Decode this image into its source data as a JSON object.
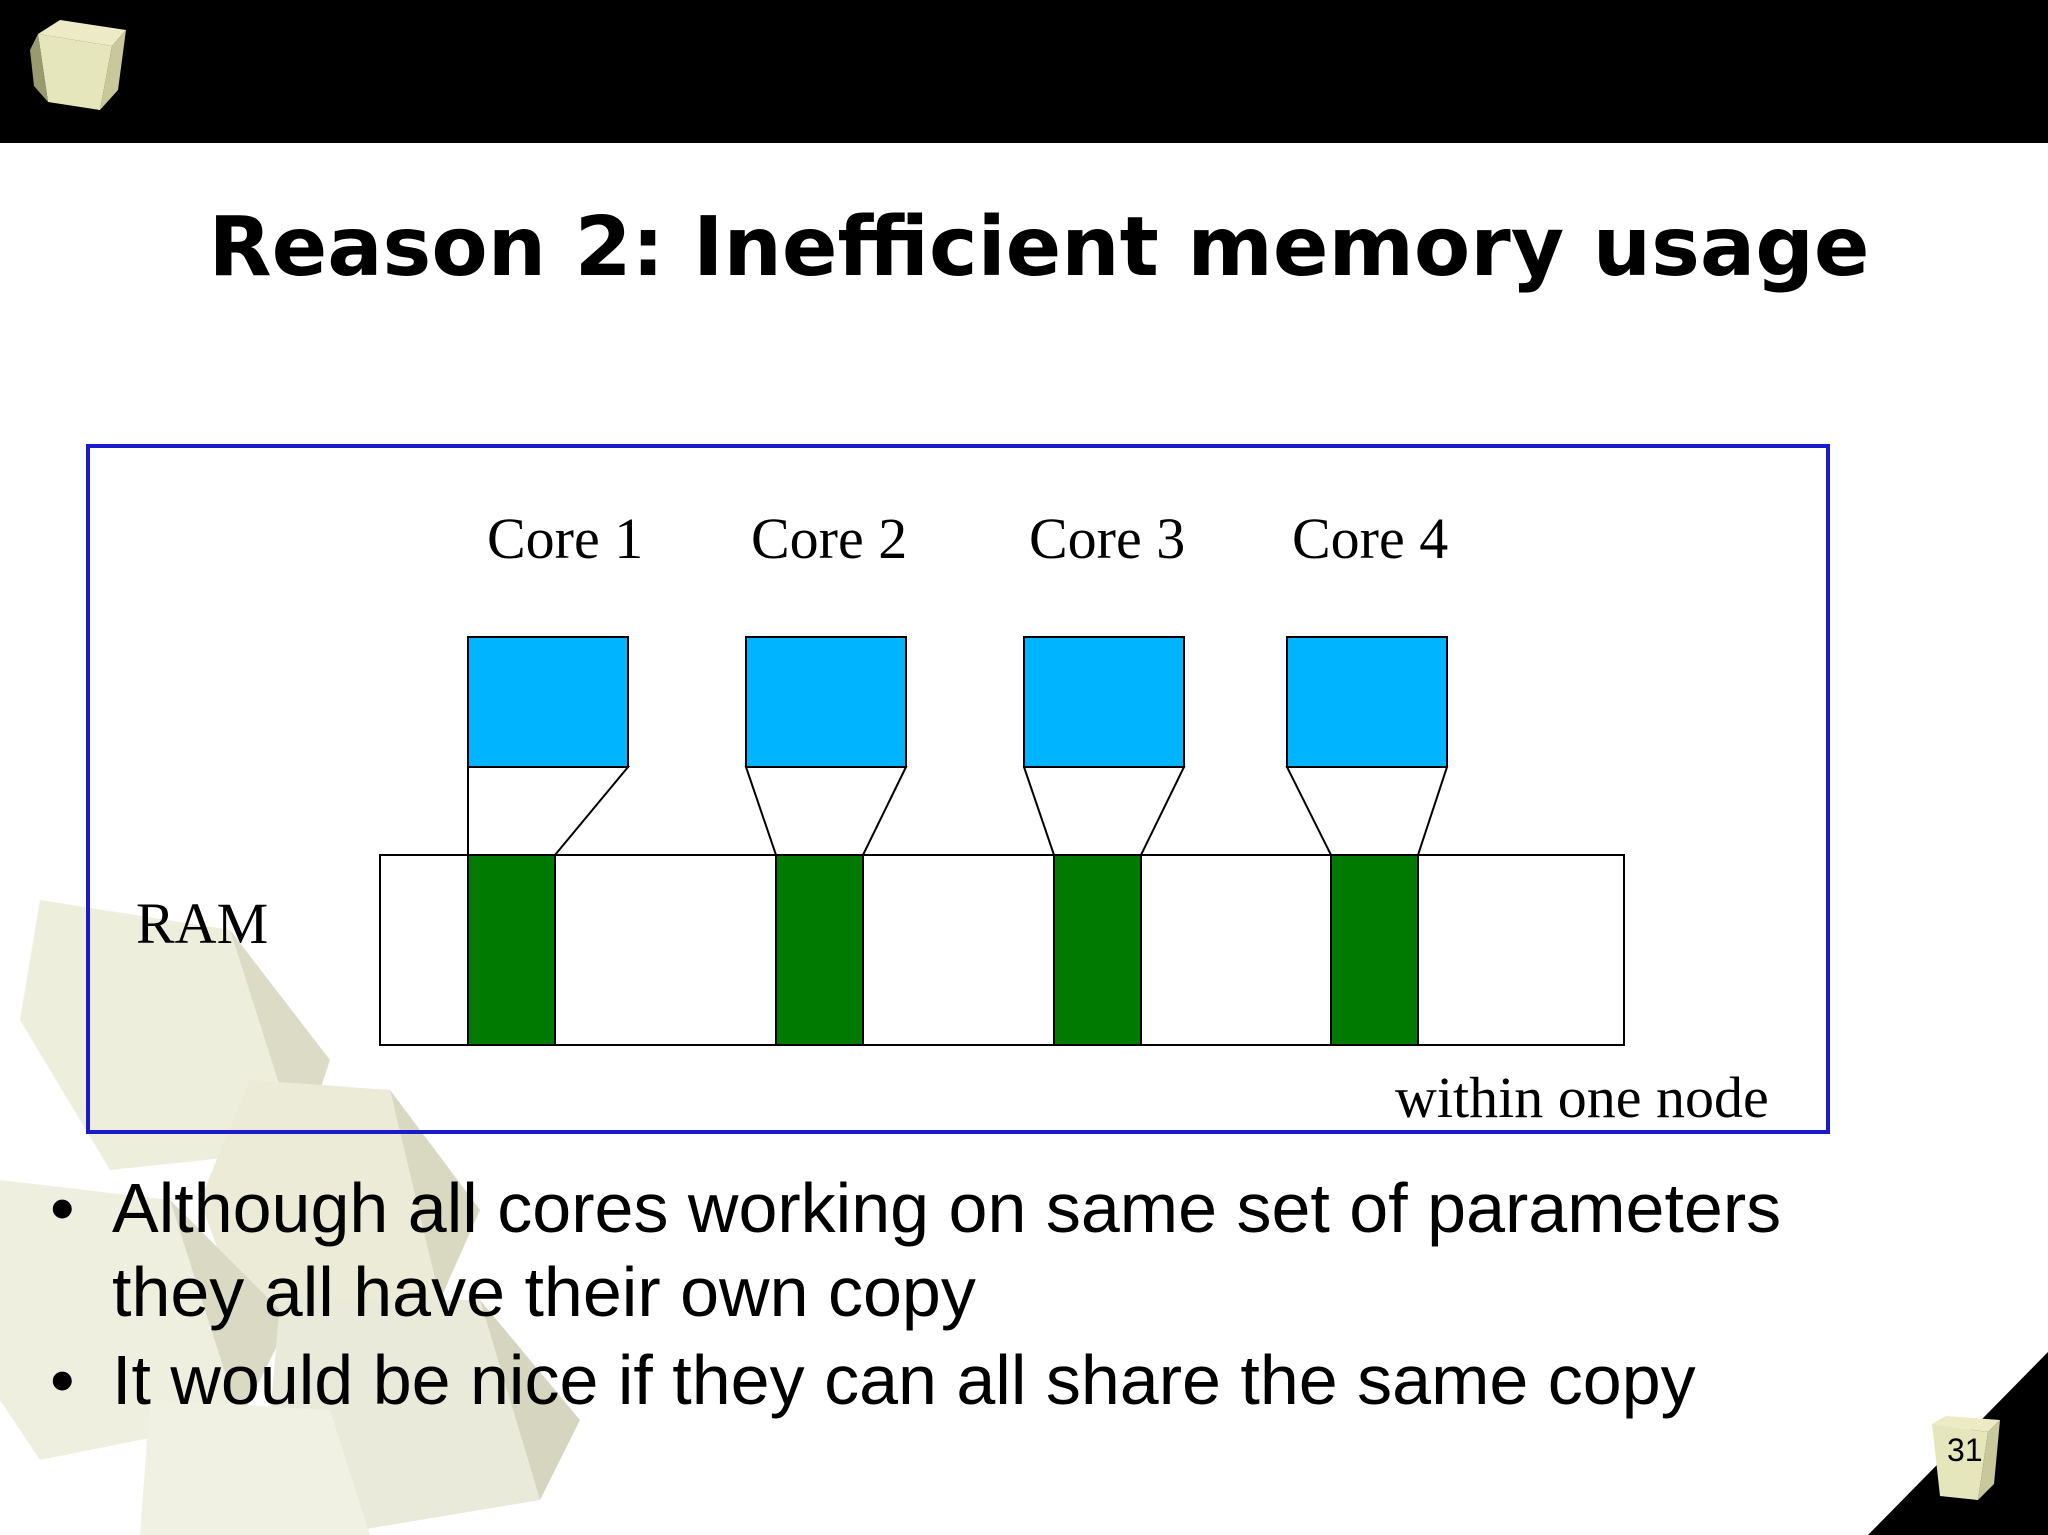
{
  "slide": {
    "title": "Reason 2: Inefficient memory usage",
    "page_number": "31"
  },
  "diagram": {
    "cores": [
      "Core 1",
      "Core 2",
      "Core 3",
      "Core 4"
    ],
    "ram_label": "RAM",
    "node_label": "within one node",
    "colors": {
      "core": "#00b4ff",
      "memory_copy": "#007a00",
      "frame": "#1a1acc",
      "header_bar": "#000000"
    }
  },
  "bullets": [
    {
      "lines": [
        "Although all cores working on same set of parameters",
        "they all have their own copy"
      ]
    },
    {
      "lines": [
        "It would be nice if they can all share the same copy"
      ]
    }
  ],
  "decorations": [
    "cube-icon",
    "cube-cluster",
    "corner-cube-icon"
  ]
}
